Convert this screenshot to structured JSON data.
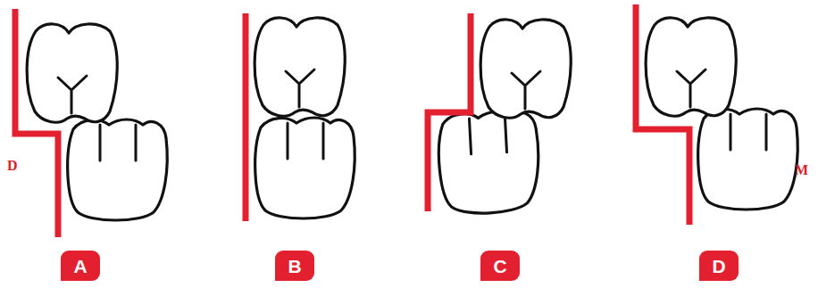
{
  "diagram": {
    "nodes": [
      {
        "text": [
          "A"
        ]
      },
      {
        "text": [
          "B"
        ]
      },
      {
        "text": [
          "C"
        ]
      },
      {
        "text": [
          "D"
        ]
      }
    ],
    "labels": [
      "D",
      "M"
    ]
  }
}
